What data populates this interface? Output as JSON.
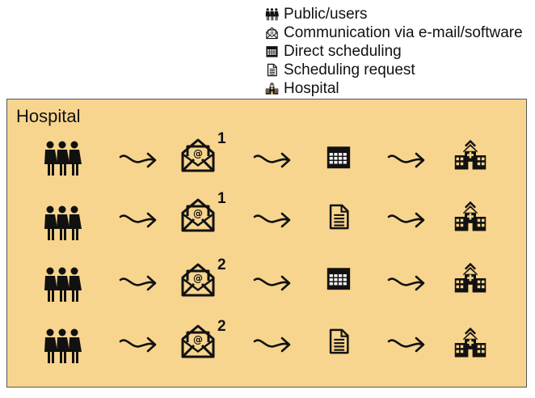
{
  "legend": [
    {
      "icon": "people-icon",
      "label": "Public/users"
    },
    {
      "icon": "email-icon",
      "label": "Communication via e-mail/software"
    },
    {
      "icon": "calendar-icon",
      "label": "Direct scheduling"
    },
    {
      "icon": "document-icon",
      "label": "Scheduling request"
    },
    {
      "icon": "hospital-icon",
      "label": "Hospital"
    }
  ],
  "box_title": "Hospital",
  "rows": [
    {
      "comm_number": "1",
      "scheduling": "calendar-icon"
    },
    {
      "comm_number": "1",
      "scheduling": "document-icon"
    },
    {
      "comm_number": "2",
      "scheduling": "calendar-icon"
    },
    {
      "comm_number": "2",
      "scheduling": "document-icon"
    }
  ],
  "colors": {
    "box_background": "#f8d58e",
    "icon": "#111111"
  }
}
